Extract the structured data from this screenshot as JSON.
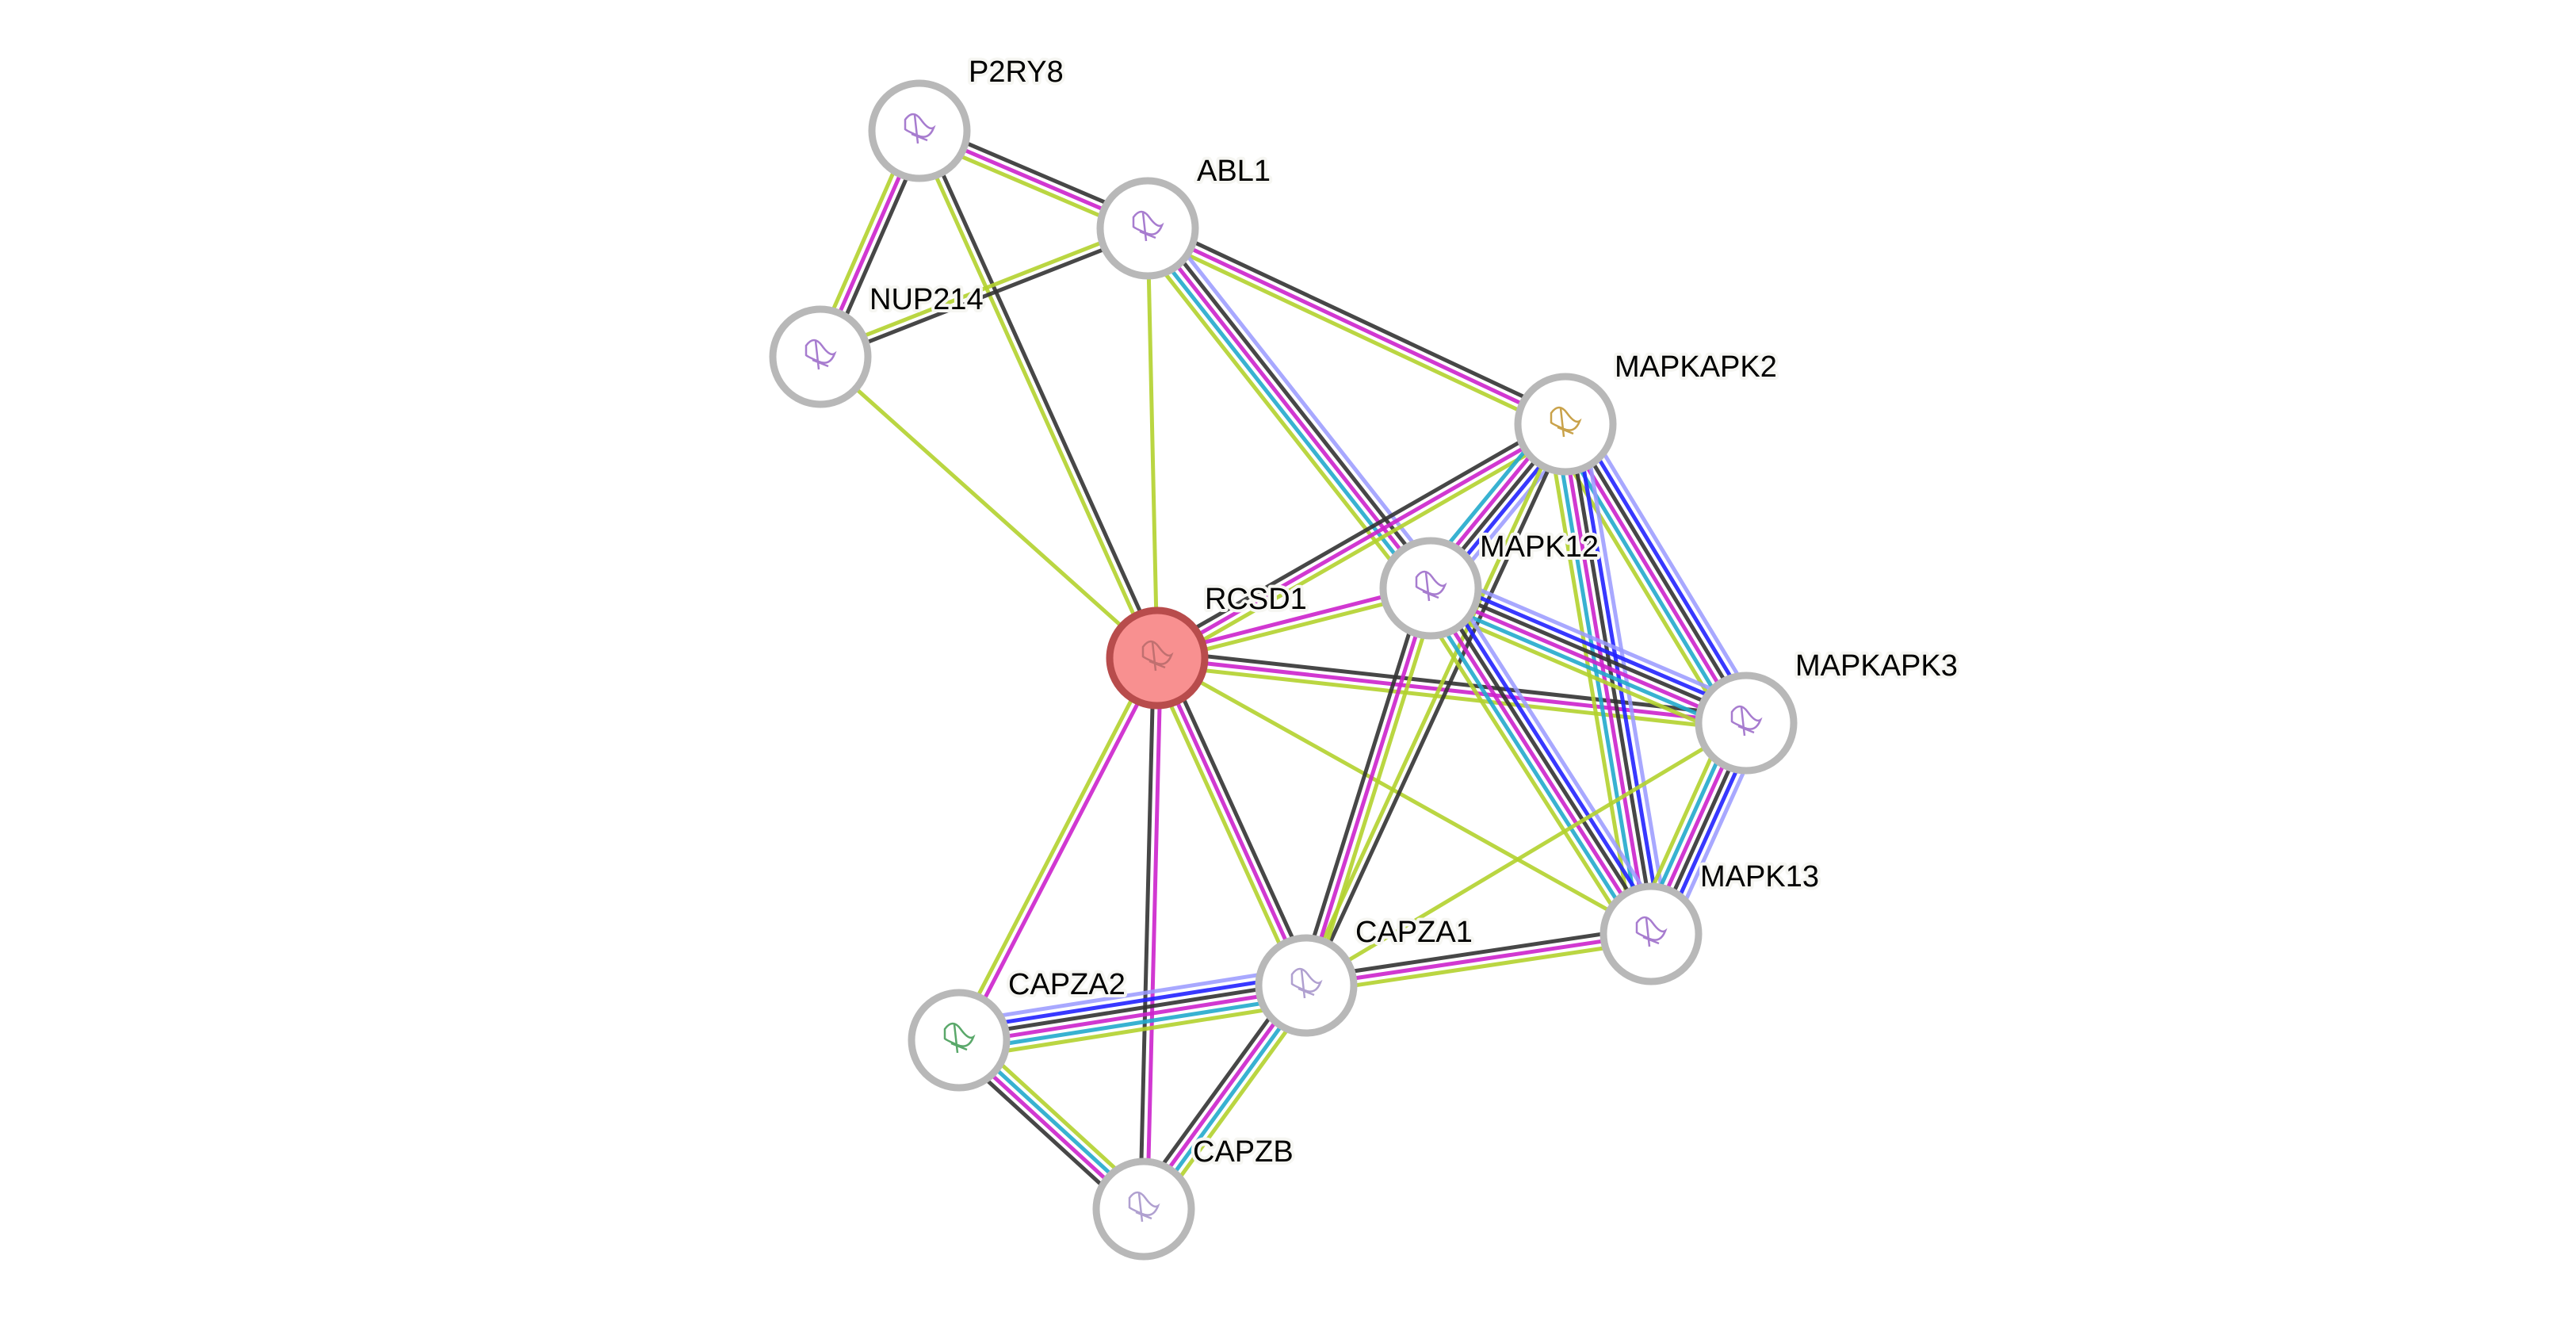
{
  "diagram": {
    "type": "protein-interaction-network",
    "query_node": "RCSD1",
    "evidence_colors": {
      "textmining": "#b3d12e",
      "coexpression": "#333333",
      "experiments": "#cc22cc",
      "databases": "#22aacc",
      "gene_fusion": "#2222ff",
      "neighborhood": "#9999ff"
    },
    "node_style": {
      "ring": "#b8b8b8",
      "query_fill": "#f89090",
      "query_ring": "#b84c4c",
      "fill": "#ffffff"
    },
    "nodes": [
      {
        "id": "P2RY8",
        "label": "P2RY8",
        "query": false
      },
      {
        "id": "ABL1",
        "label": "ABL1",
        "query": false
      },
      {
        "id": "NUP214",
        "label": "NUP214",
        "query": false
      },
      {
        "id": "MAPKAPK2",
        "label": "MAPKAPK2",
        "query": false
      },
      {
        "id": "MAPK12",
        "label": "MAPK12",
        "query": false
      },
      {
        "id": "RCSD1",
        "label": "RCSD1",
        "query": true
      },
      {
        "id": "MAPKAPK3",
        "label": "MAPKAPK3",
        "query": false
      },
      {
        "id": "MAPK13",
        "label": "MAPK13",
        "query": false
      },
      {
        "id": "CAPZA1",
        "label": "CAPZA1",
        "query": false
      },
      {
        "id": "CAPZA2",
        "label": "CAPZA2",
        "query": false
      },
      {
        "id": "CAPZB",
        "label": "CAPZB",
        "query": false
      }
    ],
    "edges": [
      {
        "a": "P2RY8",
        "b": "NUP214",
        "ev": [
          "coexpression",
          "experiments",
          "textmining"
        ]
      },
      {
        "a": "P2RY8",
        "b": "ABL1",
        "ev": [
          "coexpression",
          "experiments",
          "textmining"
        ]
      },
      {
        "a": "P2RY8",
        "b": "RCSD1",
        "ev": [
          "coexpression",
          "textmining"
        ]
      },
      {
        "a": "ABL1",
        "b": "NUP214",
        "ev": [
          "coexpression",
          "textmining"
        ]
      },
      {
        "a": "ABL1",
        "b": "RCSD1",
        "ev": [
          "textmining"
        ]
      },
      {
        "a": "ABL1",
        "b": "MAPKAPK2",
        "ev": [
          "coexpression",
          "experiments",
          "textmining"
        ]
      },
      {
        "a": "ABL1",
        "b": "MAPK12",
        "ev": [
          "neighborhood",
          "coexpression",
          "experiments",
          "databases",
          "textmining"
        ]
      },
      {
        "a": "NUP214",
        "b": "RCSD1",
        "ev": [
          "textmining"
        ]
      },
      {
        "a": "RCSD1",
        "b": "MAPKAPK2",
        "ev": [
          "coexpression",
          "experiments",
          "textmining"
        ]
      },
      {
        "a": "RCSD1",
        "b": "MAPK12",
        "ev": [
          "experiments",
          "textmining"
        ]
      },
      {
        "a": "RCSD1",
        "b": "MAPKAPK3",
        "ev": [
          "coexpression",
          "experiments",
          "textmining"
        ]
      },
      {
        "a": "RCSD1",
        "b": "MAPK13",
        "ev": [
          "textmining"
        ]
      },
      {
        "a": "RCSD1",
        "b": "CAPZA1",
        "ev": [
          "coexpression",
          "experiments",
          "textmining"
        ]
      },
      {
        "a": "RCSD1",
        "b": "CAPZA2",
        "ev": [
          "experiments",
          "textmining"
        ]
      },
      {
        "a": "RCSD1",
        "b": "CAPZB",
        "ev": [
          "experiments",
          "coexpression"
        ]
      },
      {
        "a": "MAPKAPK2",
        "b": "MAPK12",
        "ev": [
          "neighborhood",
          "gene_fusion",
          "coexpression",
          "experiments",
          "databases"
        ]
      },
      {
        "a": "MAPKAPK2",
        "b": "MAPKAPK3",
        "ev": [
          "neighborhood",
          "gene_fusion",
          "coexpression",
          "experiments",
          "databases",
          "textmining"
        ]
      },
      {
        "a": "MAPKAPK2",
        "b": "MAPK13",
        "ev": [
          "neighborhood",
          "gene_fusion",
          "coexpression",
          "experiments",
          "databases",
          "textmining"
        ]
      },
      {
        "a": "MAPKAPK2",
        "b": "CAPZA1",
        "ev": [
          "coexpression",
          "textmining"
        ]
      },
      {
        "a": "MAPK12",
        "b": "MAPKAPK3",
        "ev": [
          "neighborhood",
          "gene_fusion",
          "coexpression",
          "experiments",
          "databases",
          "textmining"
        ]
      },
      {
        "a": "MAPK12",
        "b": "MAPK13",
        "ev": [
          "neighborhood",
          "gene_fusion",
          "coexpression",
          "experiments",
          "databases",
          "textmining"
        ]
      },
      {
        "a": "MAPK12",
        "b": "CAPZA1",
        "ev": [
          "textmining",
          "experiments",
          "coexpression"
        ]
      },
      {
        "a": "MAPKAPK3",
        "b": "MAPK13",
        "ev": [
          "neighborhood",
          "gene_fusion",
          "coexpression",
          "experiments",
          "databases",
          "textmining"
        ]
      },
      {
        "a": "MAPKAPK3",
        "b": "CAPZA1",
        "ev": [
          "textmining"
        ]
      },
      {
        "a": "MAPK13",
        "b": "CAPZA1",
        "ev": [
          "textmining",
          "experiments",
          "coexpression"
        ]
      },
      {
        "a": "CAPZA1",
        "b": "CAPZA2",
        "ev": [
          "textmining",
          "databases",
          "experiments",
          "coexpression",
          "gene_fusion",
          "neighborhood"
        ]
      },
      {
        "a": "CAPZA1",
        "b": "CAPZB",
        "ev": [
          "textmining",
          "databases",
          "experiments",
          "coexpression"
        ]
      },
      {
        "a": "CAPZA2",
        "b": "CAPZB",
        "ev": [
          "textmining",
          "databases",
          "experiments",
          "coexpression"
        ]
      }
    ]
  }
}
